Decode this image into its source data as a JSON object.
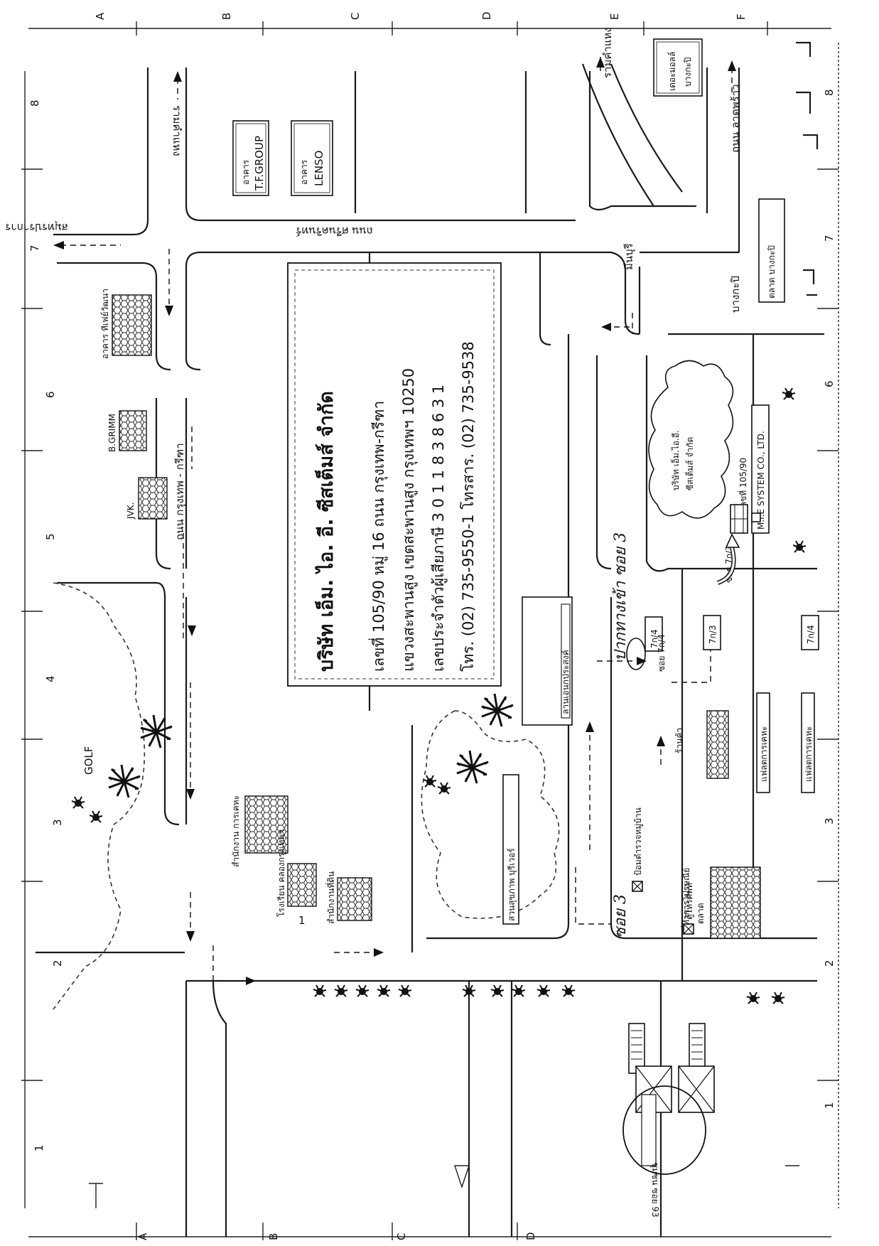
{
  "grid": {
    "letters": [
      "A",
      "B",
      "C",
      "D",
      "E",
      "F"
    ],
    "numbers": [
      "1",
      "2",
      "3",
      "4",
      "5",
      "6",
      "7",
      "8"
    ]
  },
  "company_box": {
    "title": "บริษัท เอ็ม. ไอ. อี. ซีสเต็มส์ จำกัด",
    "line1": "เลขที่ 105/90 หมู่ 16 ถนน กรุงเทพ-กรีฑา",
    "line2": "แขวงสะพานสูง เขตสะพานสูง กรุงเทพฯ 10250",
    "line3": "เลขประจำตัวผู้เสียภาษี  3 0 1 1 8 3 8 6 3 1",
    "line4": "โทร. (02) 735-9550-1 โทรสาร. (02) 735-9538"
  },
  "buildings": {
    "tf_group": [
      "อาคาร",
      "T.F.GROUP"
    ],
    "lenso": [
      "อาคาร",
      "LENSO"
    ],
    "thai_vattana": "อาคาร ทีเฟย์วัฒนา",
    "bgrimm": "B.GRIMM",
    "jvk": "JVK.",
    "the_mall": [
      "เดอะมอลล์",
      "บางกะปิ"
    ],
    "bangkapi_market": "ตลาด บางกะปิ",
    "office_housing": "สำนักงาน การเคหะ",
    "school": "โรงเรียน คลองกรุงเทพฯ",
    "land_office": "สำนักงานที่ดิน",
    "school_marker": "1",
    "police_box": "ป้อมตำรวจหมู่บ้าน",
    "park": "สวนสุขภาพ บุรีเวอร์",
    "multipurpose": "ลานเอนกประสงค์",
    "shop": "ร้านค้า",
    "flats1": "แฟลตการเคหะ",
    "flats2": "แฟลตการเคหะ",
    "mkt": "ตลาด",
    "post_office": "ที่ทำการไปรษณีย์",
    "phone_booth": "ตู้โทรศัพท์",
    "mie_sign": "M.I.E SYSTEM CO., LTD.",
    "house_no": "บ้านเลขที่ 105/90",
    "condo": "ชุมชน ซอย 93"
  },
  "roads": {
    "ramkhamhaeng_top": "รามคำแหง",
    "ramkhamhaeng_right": "รามคำแหง",
    "srinakarin": "ถนน ศรีนครินทร์",
    "lat_phrao": "ถนน ลาดพร้าว",
    "bangkapi": "บางกะปิ",
    "minburi": "มีนบุรี",
    "bangna": "สมุทรปราการ",
    "krungthep_kreetha": "ถนน กรุงเทพ - กรีฑา",
    "golf": "GOLF",
    "soi_7_3a": "7ก/3",
    "soi_7_3b": "ซอย 7ก/3",
    "soi_7_4a": "7ก/4",
    "soi_7_4b": "7ก/4",
    "soi_7_4c": "ซอย 7ก/4"
  },
  "callout": {
    "line1": "บริษัท เอ็ม.ไอ.อี.",
    "line2": "ซีสเต็มส์ จำกัด"
  },
  "handwriting": {
    "entrance": "ปากทางเข้า ซอย 3",
    "soi3": "ซอย 3"
  }
}
